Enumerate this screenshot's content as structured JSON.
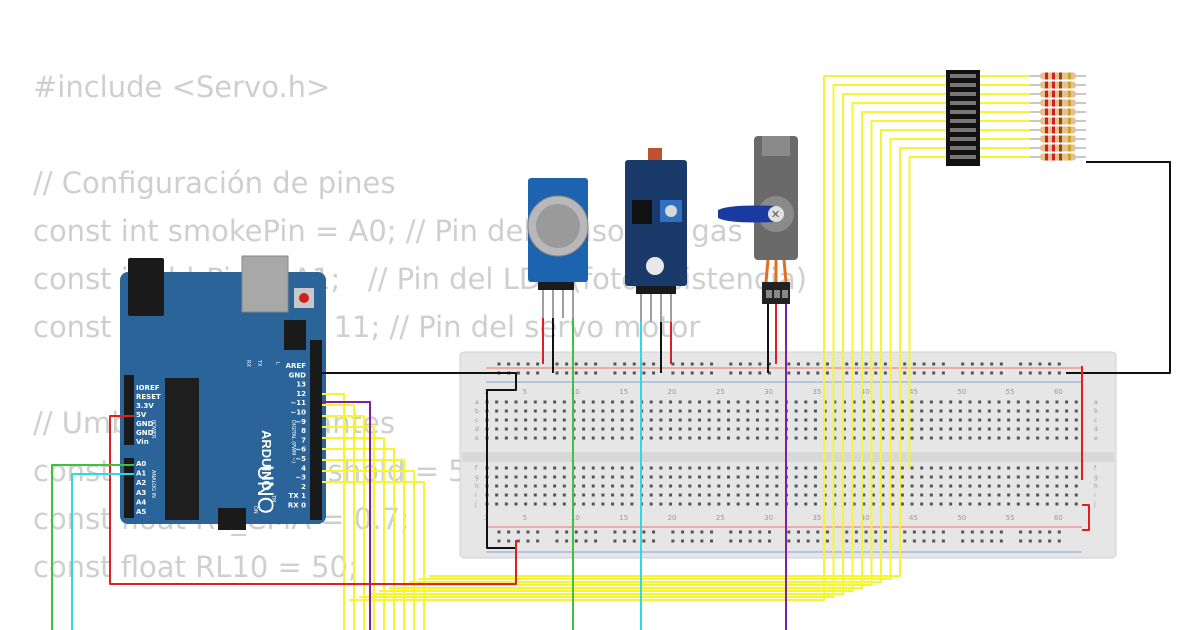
{
  "code": {
    "lines": [
      "#include <Servo.h>",
      "",
      "// Configuración de pines",
      "const int smokePin = A0; // Pin del sensor de gas",
      "const int ldrPin = A1;   // Pin del LDR (fotoresistencia)",
      "const int servoPin = 11; // Pin del servo motor",
      "",
      "// Umbrales y constantes",
      "const int smokeThreshold = 500;",
      "const float RL_CMA = 0.7;",
      "const float RL10 = 50;"
    ]
  },
  "arduino": {
    "brand": "ARDUINO",
    "model": "UNO",
    "tm": "TM",
    "on_label": "ON",
    "l_label": "L",
    "tx_label": "TX",
    "rx_label": "RX",
    "power_label": "POWER",
    "analog_label": "ANALOG IN",
    "digital_label": "DIGITAL (PWM ~)",
    "power_pins": [
      "IOREF",
      "RESET",
      "3.3V",
      "5V",
      "GND",
      "GND",
      "Vin"
    ],
    "analog_pins": [
      "A0",
      "A1",
      "A2",
      "A3",
      "A4",
      "A5"
    ],
    "digital_pins": [
      "AREF",
      "GND",
      "13",
      "12",
      "~11",
      "~10",
      "~9",
      "8",
      "7",
      "~6",
      "~5",
      "4",
      "~3",
      "2",
      "TX 1",
      "RX 0"
    ]
  },
  "breadboard": {
    "column_numbers": [
      "1",
      "5",
      "10",
      "15",
      "20",
      "25",
      "30",
      "35",
      "40",
      "45",
      "50",
      "55",
      "60"
    ],
    "row_letters_top": [
      "a",
      "b",
      "c",
      "d",
      "e"
    ],
    "row_letters_bottom": [
      "f",
      "g",
      "h",
      "i",
      "j"
    ]
  },
  "wire_colors": {
    "red": "#e02020",
    "black": "#111111",
    "yellow": "#f5f530",
    "green": "#40c040",
    "cyan": "#30d8e0",
    "purple": "#8020a0"
  },
  "board_color": "#2a6498",
  "module_color": "#1a3a6a",
  "gas_sensor_color": "#1d64b0"
}
